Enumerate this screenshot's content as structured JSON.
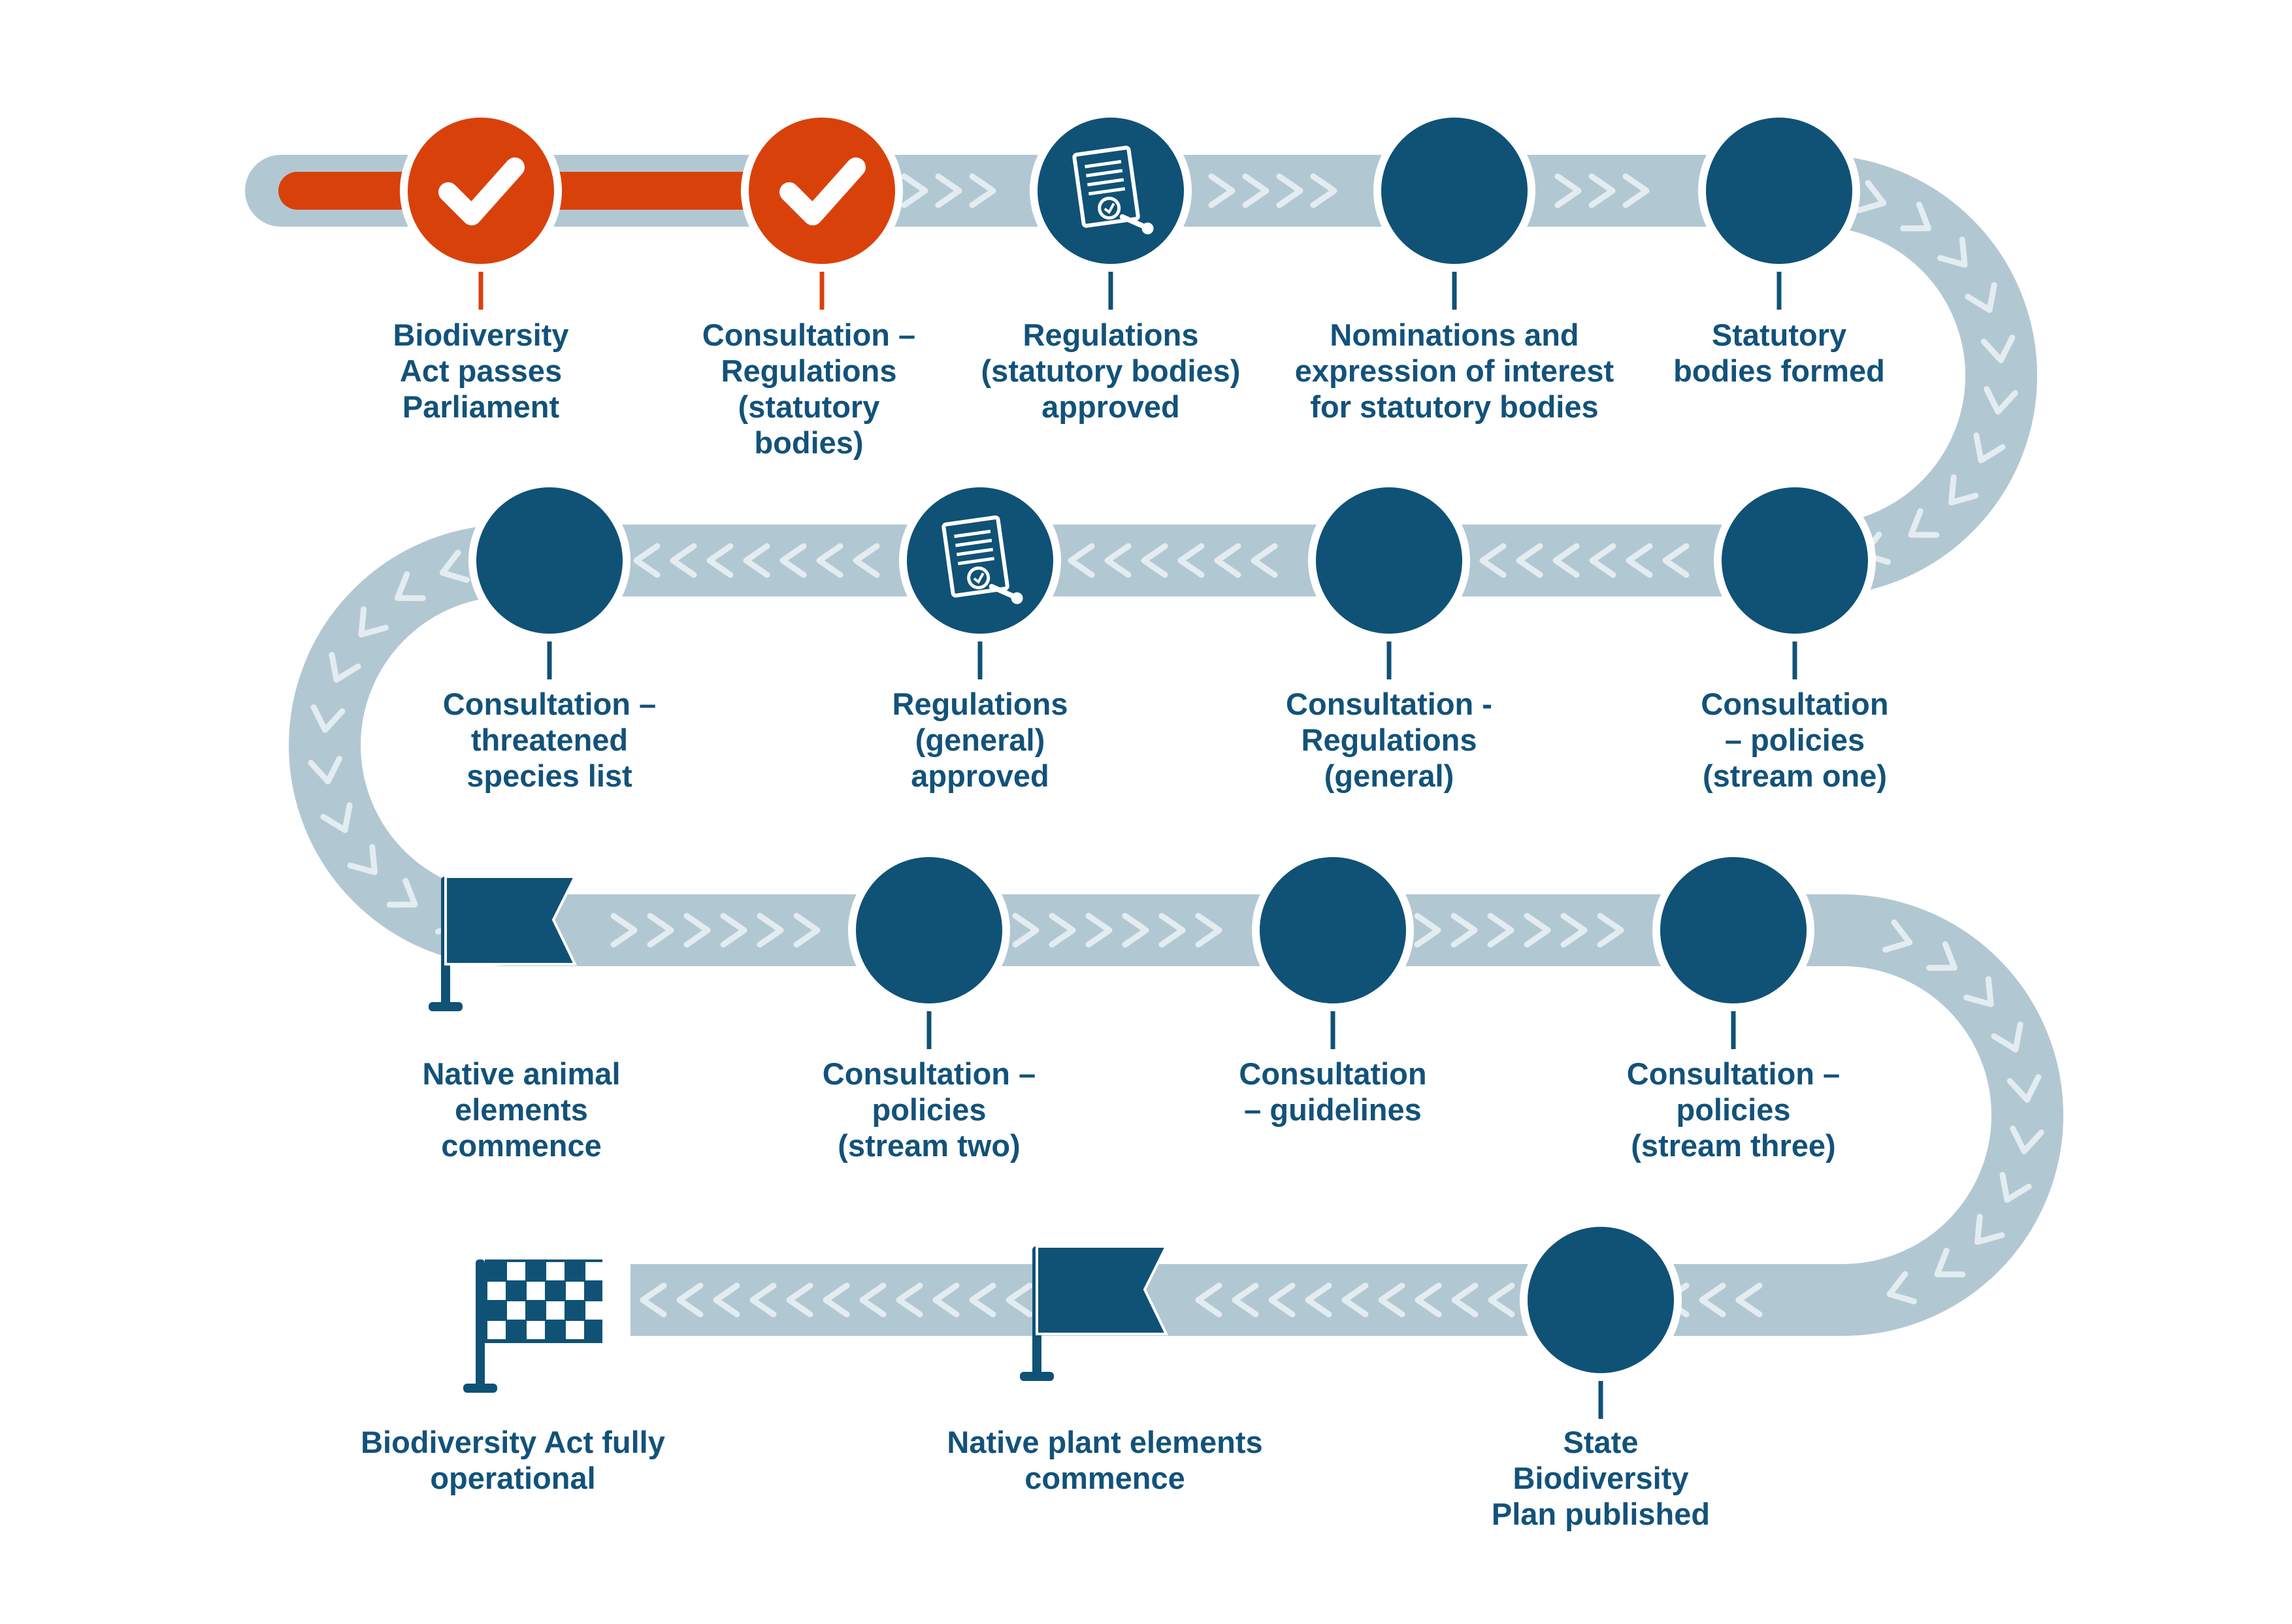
{
  "colors": {
    "navy": "#0f5276",
    "red": "#d9410b",
    "track": "#b1c8d3",
    "chevron": "#e3ecf0",
    "label": "#12527a"
  },
  "milestones": [
    {
      "label": "Biodiversity\nAct passes\nParliament",
      "marker": "check-circle",
      "status": "completed"
    },
    {
      "label": "Consultation –\nRegulations\n(statutory\nbodies)",
      "marker": "check-circle",
      "status": "completed"
    },
    {
      "label": "Regulations\n(statutory bodies)\napproved",
      "marker": "document-seal-circle",
      "status": "pending"
    },
    {
      "label": "Nominations and\nexpression of interest\nfor statutory bodies",
      "marker": "circle",
      "status": "pending"
    },
    {
      "label": "Statutory\nbodies formed",
      "marker": "circle",
      "status": "pending"
    },
    {
      "label": "Consultation\n– policies\n(stream one)",
      "marker": "circle",
      "status": "pending"
    },
    {
      "label": "Consultation -\nRegulations\n(general)",
      "marker": "circle",
      "status": "pending"
    },
    {
      "label": "Regulations\n(general)\napproved",
      "marker": "document-seal-circle",
      "status": "pending"
    },
    {
      "label": "Consultation –\nthreatened\nspecies list",
      "marker": "circle",
      "status": "pending"
    },
    {
      "label": "Native animal\nelements\ncommence",
      "marker": "flag",
      "status": "pending"
    },
    {
      "label": "Consultation –\npolicies\n(stream two)",
      "marker": "circle",
      "status": "pending"
    },
    {
      "label": "Consultation\n– guidelines",
      "marker": "circle",
      "status": "pending"
    },
    {
      "label": "Consultation –\npolicies\n(stream three)",
      "marker": "circle",
      "status": "pending"
    },
    {
      "label": "State\nBiodiversity\nPlan published",
      "marker": "circle",
      "status": "pending"
    },
    {
      "label": "Native plant elements\ncommence",
      "marker": "flag",
      "status": "pending"
    },
    {
      "label": "Biodiversity Act fully\noperational",
      "marker": "checkered-flag",
      "status": "pending"
    }
  ]
}
